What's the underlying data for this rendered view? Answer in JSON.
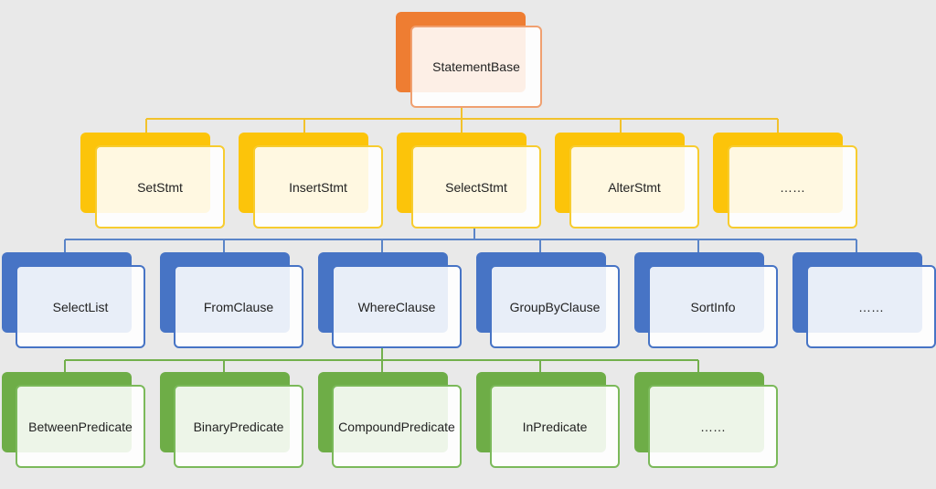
{
  "colors": {
    "orange": "#ee7d32",
    "orange_border": "#f0a070",
    "yellow": "#fcc40a",
    "yellow_border": "#f7cc2f",
    "blue": "#4774c5",
    "blue_border": "#4774c5",
    "green": "#6ead47",
    "green_border": "#7bb95a",
    "line_yellow": "#f2c22c",
    "line_blue": "#5b85c8",
    "line_green": "#73b04d"
  },
  "root": {
    "label": "StatementBase"
  },
  "level1": [
    {
      "label": "SetStmt"
    },
    {
      "label": "InsertStmt"
    },
    {
      "label": "SelectStmt"
    },
    {
      "label": "AlterStmt"
    },
    {
      "label": "……"
    }
  ],
  "level2": [
    {
      "label": "SelectList"
    },
    {
      "label": "FromClause"
    },
    {
      "label": "WhereClause"
    },
    {
      "label": "GroupByClause"
    },
    {
      "label": "SortInfo"
    },
    {
      "label": "……"
    }
  ],
  "level3": [
    {
      "label": "BetweenPredicate"
    },
    {
      "label": "BinaryPredicate"
    },
    {
      "label": "CompoundPredicate"
    },
    {
      "label": "InPredicate"
    },
    {
      "label": "……"
    }
  ]
}
